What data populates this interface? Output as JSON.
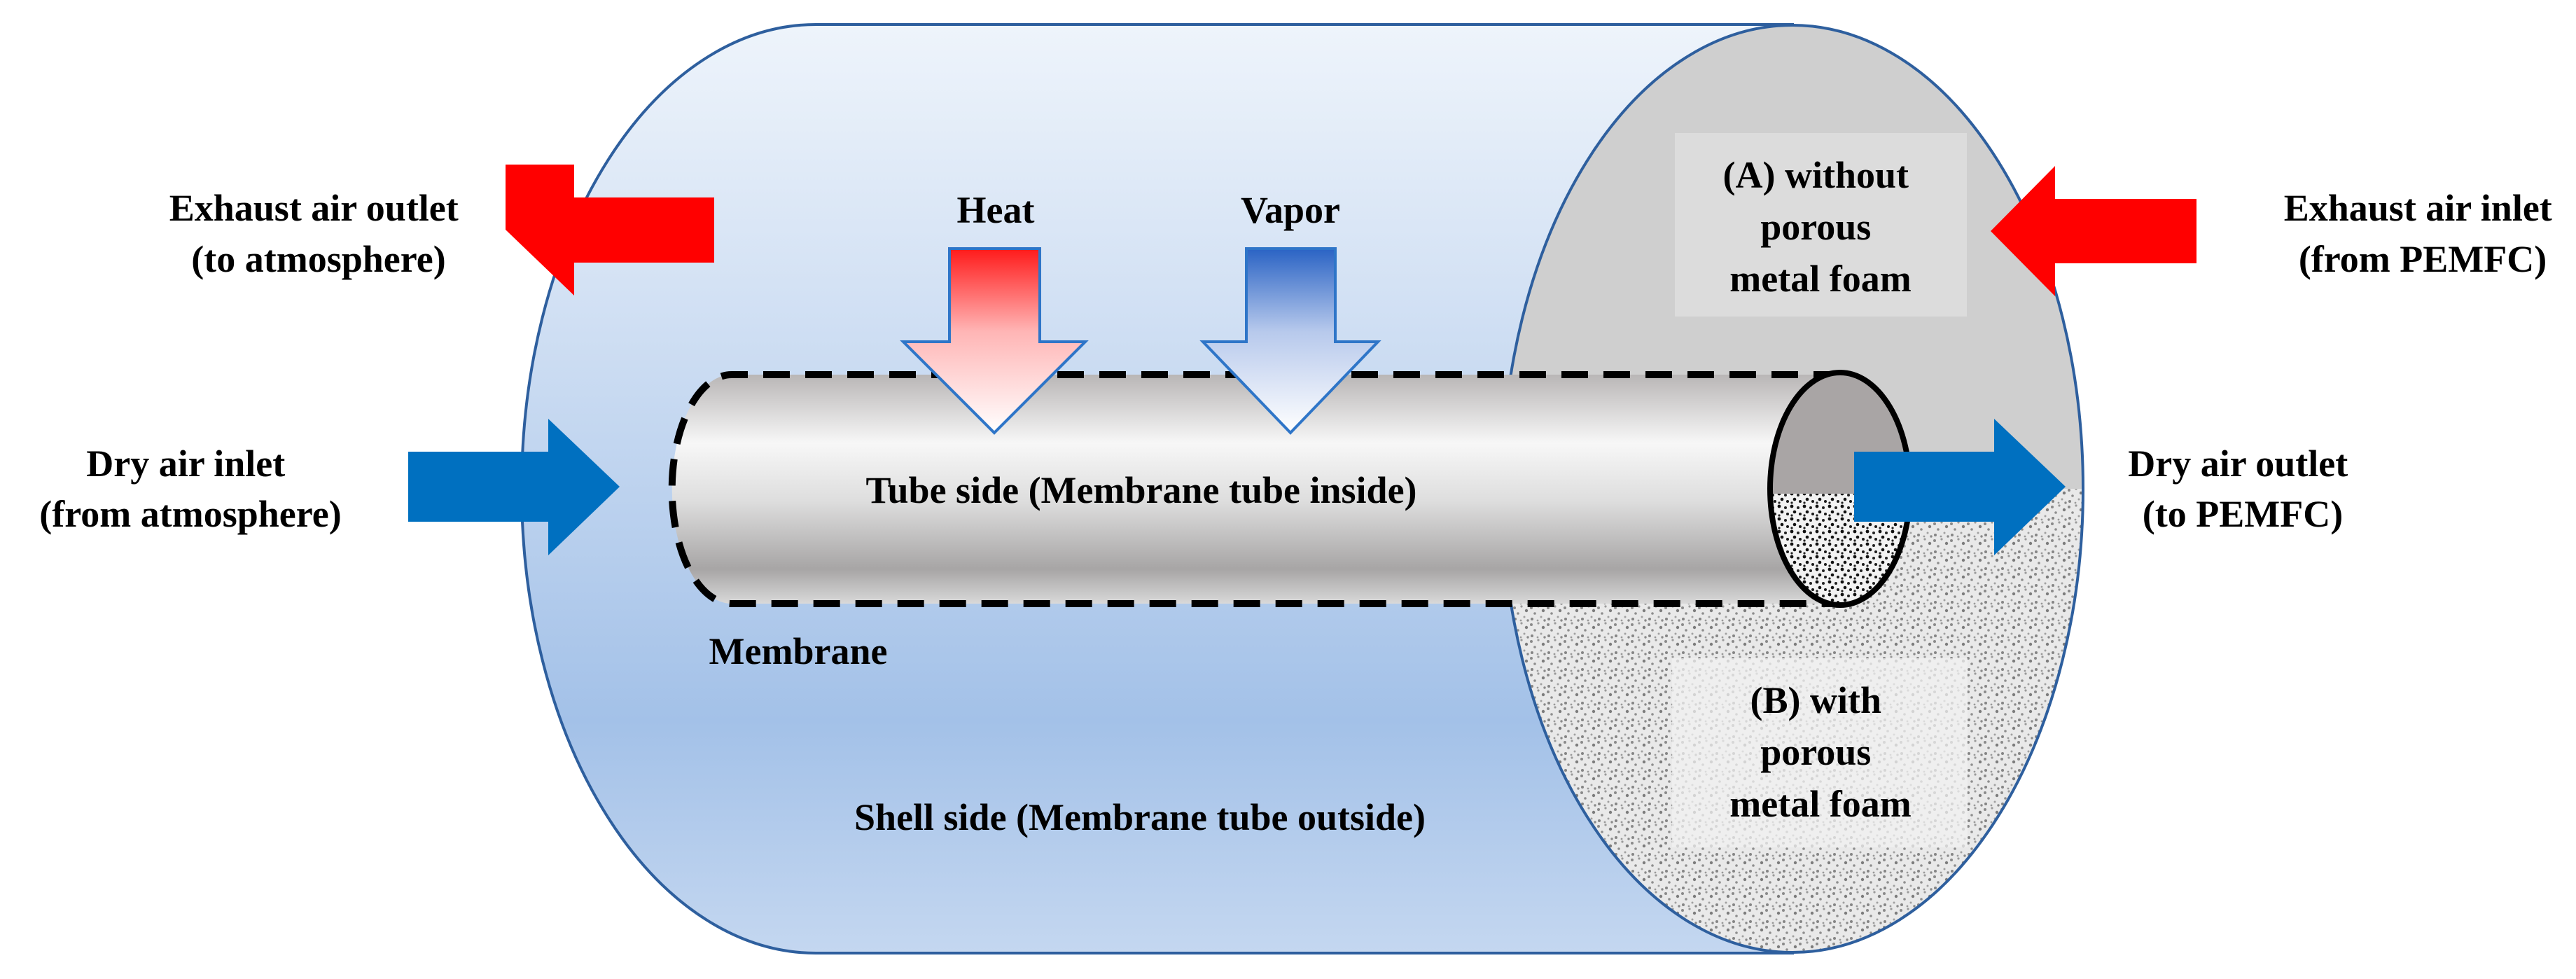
{
  "labels": {
    "exhaust_outlet_line1": "Exhaust air outlet",
    "exhaust_outlet_line2": "(to atmosphere)",
    "exhaust_inlet_line1": "Exhaust air inlet",
    "exhaust_inlet_line2": "(from PEMFC)",
    "dry_inlet_line1": "Dry air inlet",
    "dry_inlet_line2": "(from atmosphere)",
    "dry_outlet_line1": "Dry air outlet",
    "dry_outlet_line2": "(to PEMFC)",
    "heat": "Heat",
    "vapor": "Vapor",
    "tube_side": "Tube side (Membrane tube inside)",
    "membrane": "Membrane",
    "shell_side": "Shell side (Membrane tube outside)",
    "case_a_line1": "(A) without",
    "case_a_line2": "porous",
    "case_a_line3": "metal foam",
    "case_b_line1": "(B) with",
    "case_b_line2": "porous",
    "case_b_line3": "metal foam"
  },
  "colors": {
    "exhaust_arrow": "#ff0000",
    "dry_air_arrow": "#0070c0",
    "shell_outline": "#2e5f9e",
    "shell_fill_light": "#e6eef9",
    "shell_fill_dark": "#9dbde6",
    "end_face_fill": "#d0d0d0",
    "tube_light": "#f4f4f4",
    "tube_dark": "#a8a8a8"
  }
}
